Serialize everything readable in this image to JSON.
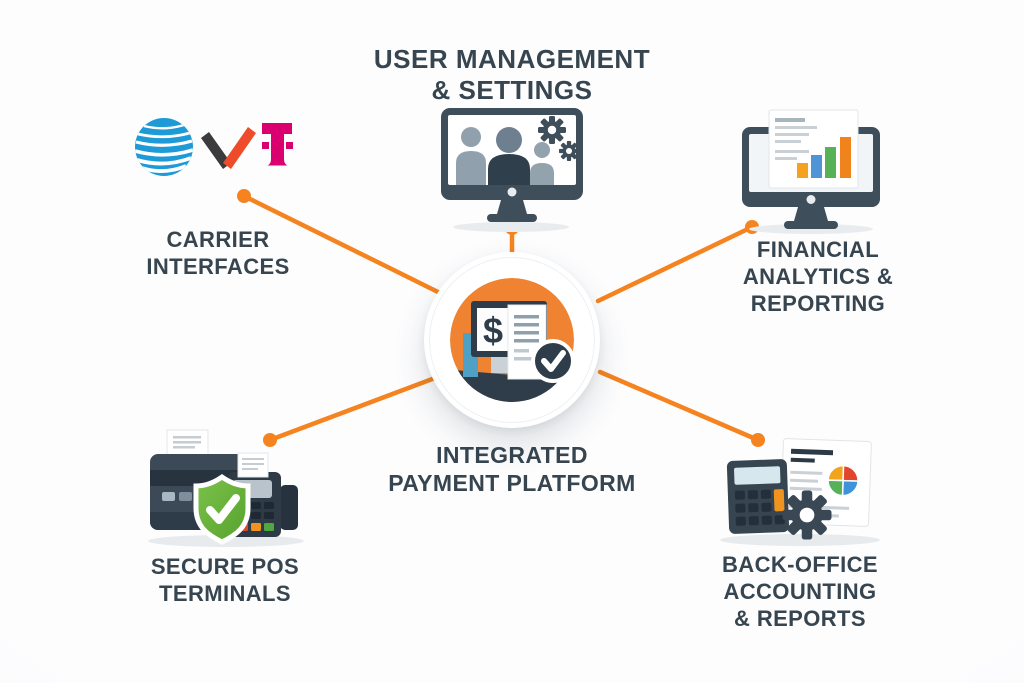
{
  "hub": {
    "label": "INTEGRATED\nPAYMENT PLATFORM",
    "icon": "monitor-dollar-receipt-check-icon"
  },
  "nodes": {
    "carriers": {
      "label": "CARRIER\nINTERFACES",
      "logos": [
        "AT&T",
        "Verizon",
        "T-Mobile"
      ]
    },
    "user_management": {
      "label": "USER MANAGEMENT\n& SETTINGS",
      "icon": "monitor-users-gears-icon"
    },
    "financial_analytics": {
      "label": "FINANCIAL\nANALYTICS &\nREPORTING",
      "icon": "monitor-bar-chart-report-icon"
    },
    "secure_pos": {
      "label": "SECURE POS\nTERMINALS",
      "icon": "pos-terminals-shield-icon"
    },
    "back_office": {
      "label": "BACK-OFFICE\nACCOUNTING\n& REPORTS",
      "icon": "calculator-report-gear-icon"
    }
  },
  "colors": {
    "accent_orange": "#F5831F",
    "text_dark": "#36454F",
    "dark_slate": "#2E3D49",
    "att_blue": "#1E9BD7",
    "verizon_charcoal": "#3B3B3D",
    "verizon_red": "#EE4B2A",
    "tmobile_magenta": "#DB006F",
    "shield_green": "#63B63F",
    "bar_chart_colors": [
      "#F6A21E",
      "#4E94D6",
      "#57B257",
      "#F0831C"
    ],
    "pie_chart_colors": [
      "#F2A41C",
      "#E2452E",
      "#3F93D8",
      "#57B257"
    ]
  }
}
